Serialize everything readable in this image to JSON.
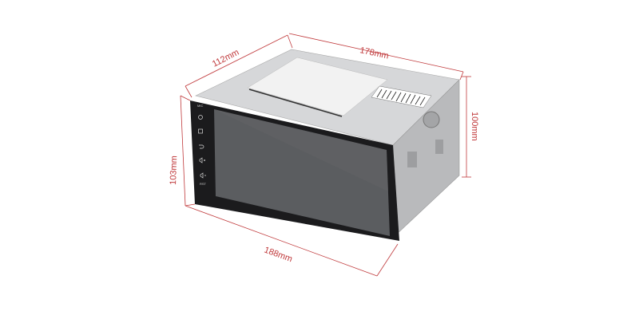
{
  "dimensions": {
    "depth": "112mm",
    "width_top": "178mm",
    "height_back": "100mm",
    "height_front": "103mm",
    "width_front": "188mm"
  },
  "panel_labels": {
    "mic": "MIC",
    "reset": "RST"
  },
  "colors": {
    "dimension_line": "#c0393b",
    "bezel": "#1b1b1d",
    "screen": "#5b5d60",
    "chassis": "#c9cacc"
  }
}
